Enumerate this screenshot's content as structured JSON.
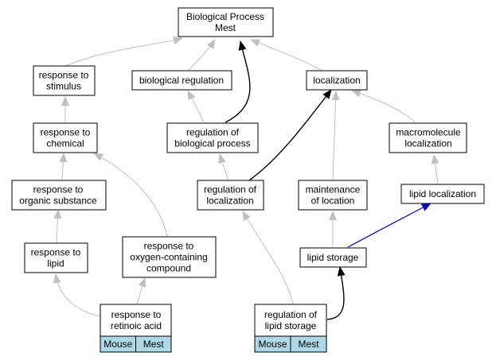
{
  "nodes": {
    "root": [
      "Biological Process",
      "Mest"
    ],
    "response_to_stimulus": [
      "response to",
      "stimulus"
    ],
    "biological_regulation": [
      "biological regulation"
    ],
    "localization": [
      "localization"
    ],
    "response_to_chemical": [
      "response to",
      "chemical"
    ],
    "regulation_of_biological_process": [
      "regulation of",
      "biological process"
    ],
    "macromolecule_localization": [
      "macromolecule",
      "localization"
    ],
    "response_to_organic_substance": [
      "response to",
      "organic substance"
    ],
    "regulation_of_localization": [
      "regulation of",
      "localization"
    ],
    "maintenance_of_location": [
      "maintenance",
      "of location"
    ],
    "lipid_localization": [
      "lipid localization"
    ],
    "response_to_lipid": [
      "response to",
      "lipid"
    ],
    "response_to_oxygen_containing_compound": [
      "response to",
      "oxygen-containing",
      "compound"
    ],
    "lipid_storage": [
      "lipid storage"
    ],
    "response_to_retinoic_acid": [
      "response to",
      "retinoic acid"
    ],
    "regulation_of_lipid_storage": [
      "regulation of",
      "lipid storage"
    ]
  },
  "annotations": {
    "response_to_retinoic_acid": [
      "Mouse",
      "Mest"
    ],
    "regulation_of_lipid_storage": [
      "Mouse",
      "Mest"
    ]
  },
  "colors": {
    "node_fill": "#ffffff",
    "node_stroke": "#000000",
    "annotation_fill": "#add8e6",
    "edge_gray": "#c0c0c0",
    "edge_black": "#000000",
    "edge_blue": "#0000cd"
  }
}
